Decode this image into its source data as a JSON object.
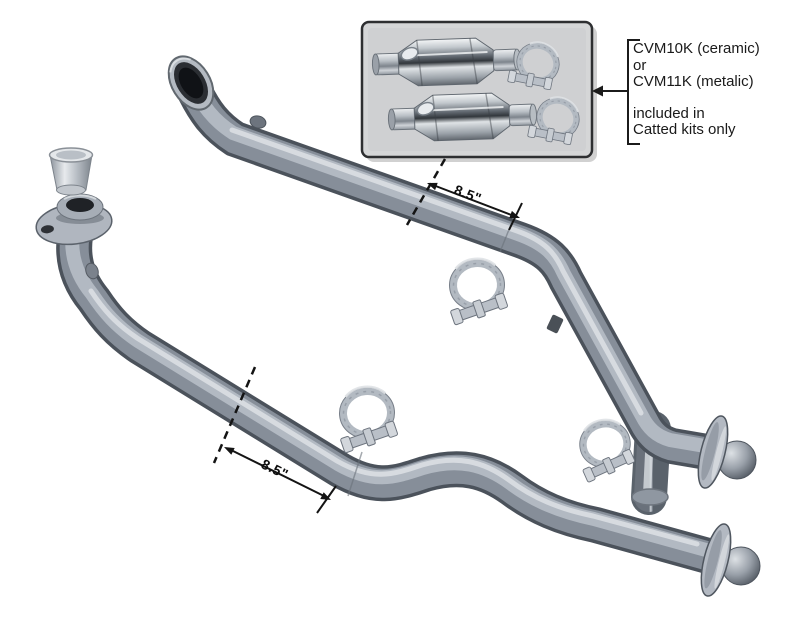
{
  "product_image": {
    "description": "Stainless steel exhaust H-pipe kit photo with inlet flanges, ball-flange outlets, band clamps and optional catalytic converters",
    "background_color": "#ffffff"
  },
  "inset": {
    "caption_part1": "CVM10K (ceramic)",
    "caption_or": "or",
    "caption_part2": "CVM11K (metalic)",
    "note_line1": "included in",
    "note_line2": "Catted kits only",
    "background_color": "#d5d6d7",
    "border_color": "#2e2f31",
    "contents": [
      "catalytic converter (top)",
      "catalytic converter (bottom)",
      "band clamp",
      "band clamp"
    ]
  },
  "dimensions": {
    "upper_pipe_length": "8.5\"",
    "lower_pipe_length": "8.5\""
  },
  "colors": {
    "steel_mid": "#868e99",
    "steel_dark": "#4b525b",
    "steel_highlight": "#dde1e5",
    "chrome_light": "#eef0f2",
    "annotation_line": "#1b1b1b"
  }
}
